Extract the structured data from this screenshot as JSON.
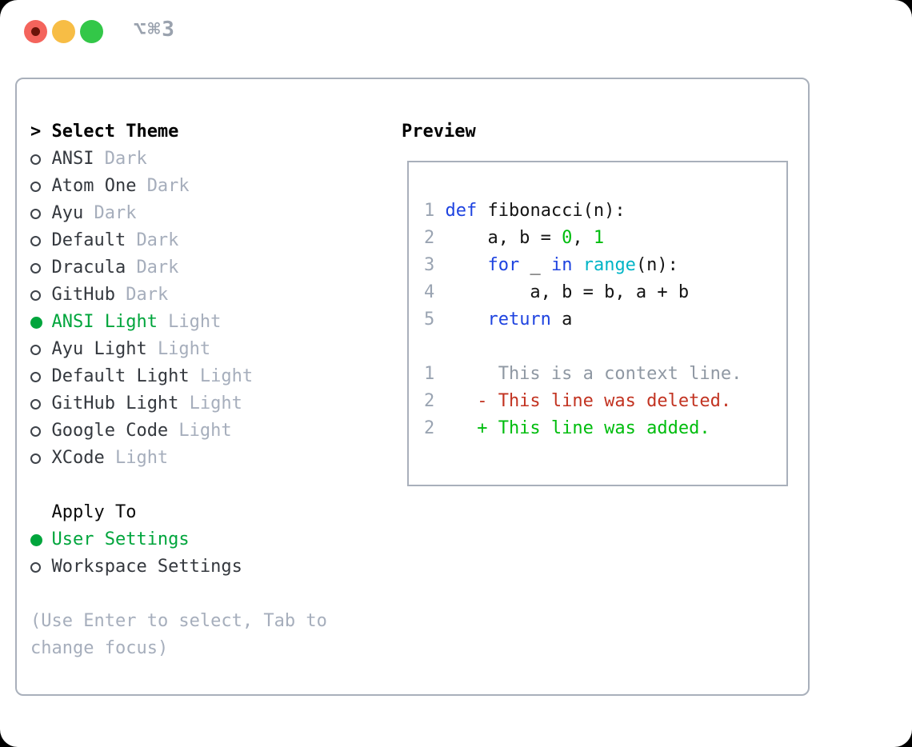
{
  "window": {
    "shortcut_title": "⌥⌘3"
  },
  "colors": {
    "ui_green": "#00a53c",
    "code_green": "#00bd0e",
    "diff_red": "#c23321",
    "keyword_blue": "#1e43e0",
    "builtin_cyan": "#00b4c6",
    "line_number_gray": "#9aa4b2",
    "muted_gray": "#a6aebc",
    "frame_border": "#a9b0bb",
    "traffic_red": "#f4645c",
    "traffic_yellow": "#f7bd45",
    "traffic_green": "#33c748"
  },
  "theme_picker": {
    "header_marker": ">",
    "header": "Select Theme",
    "items": [
      {
        "name": "ANSI",
        "variant": "Dark",
        "selected": false
      },
      {
        "name": "Atom One",
        "variant": "Dark",
        "selected": false
      },
      {
        "name": "Ayu",
        "variant": "Dark",
        "selected": false
      },
      {
        "name": "Default",
        "variant": "Dark",
        "selected": false
      },
      {
        "name": "Dracula",
        "variant": "Dark",
        "selected": false
      },
      {
        "name": "GitHub",
        "variant": "Dark",
        "selected": false
      },
      {
        "name": "ANSI Light",
        "variant": "Light",
        "selected": true
      },
      {
        "name": "Ayu Light",
        "variant": "Light",
        "selected": false
      },
      {
        "name": "Default Light",
        "variant": "Light",
        "selected": false
      },
      {
        "name": "GitHub Light",
        "variant": "Light",
        "selected": false
      },
      {
        "name": "Google Code",
        "variant": "Light",
        "selected": false
      },
      {
        "name": "XCode",
        "variant": "Light",
        "selected": false
      }
    ]
  },
  "apply_to": {
    "header": "Apply To",
    "options": [
      {
        "label": "User Settings",
        "selected": true
      },
      {
        "label": "Workspace Settings",
        "selected": false
      }
    ]
  },
  "hint_lines": [
    "(Use Enter to select, Tab to",
    "change focus)"
  ],
  "preview": {
    "header": "Preview",
    "lines": [
      {
        "num": "1",
        "tokens": [
          {
            "c": "kw",
            "t": "def"
          },
          {
            "c": "plain",
            "t": " fibonacci(n):"
          }
        ]
      },
      {
        "num": "2",
        "tokens": [
          {
            "c": "plain",
            "t": "    a, b = "
          },
          {
            "c": "num",
            "t": "0"
          },
          {
            "c": "plain",
            "t": ", "
          },
          {
            "c": "num",
            "t": "1"
          }
        ]
      },
      {
        "num": "3",
        "tokens": [
          {
            "c": "plain",
            "t": "    "
          },
          {
            "c": "kw",
            "t": "for"
          },
          {
            "c": "plain",
            "t": " _ "
          },
          {
            "c": "kw",
            "t": "in"
          },
          {
            "c": "plain",
            "t": " "
          },
          {
            "c": "builtin",
            "t": "range"
          },
          {
            "c": "plain",
            "t": "(n):"
          }
        ]
      },
      {
        "num": "4",
        "tokens": [
          {
            "c": "plain",
            "t": "        a, b = b, a + b"
          }
        ]
      },
      {
        "num": "5",
        "tokens": [
          {
            "c": "plain",
            "t": "    "
          },
          {
            "c": "kw",
            "t": "return"
          },
          {
            "c": "plain",
            "t": " a"
          }
        ]
      },
      {
        "num": "",
        "tokens": []
      },
      {
        "num": "1",
        "tokens": [
          {
            "c": "ctx",
            "t": "     This is a context line."
          }
        ]
      },
      {
        "num": "2",
        "tokens": [
          {
            "c": "del",
            "t": "   - This line was deleted."
          }
        ]
      },
      {
        "num": "2",
        "tokens": [
          {
            "c": "add",
            "t": "   + This line was added."
          }
        ]
      }
    ]
  }
}
